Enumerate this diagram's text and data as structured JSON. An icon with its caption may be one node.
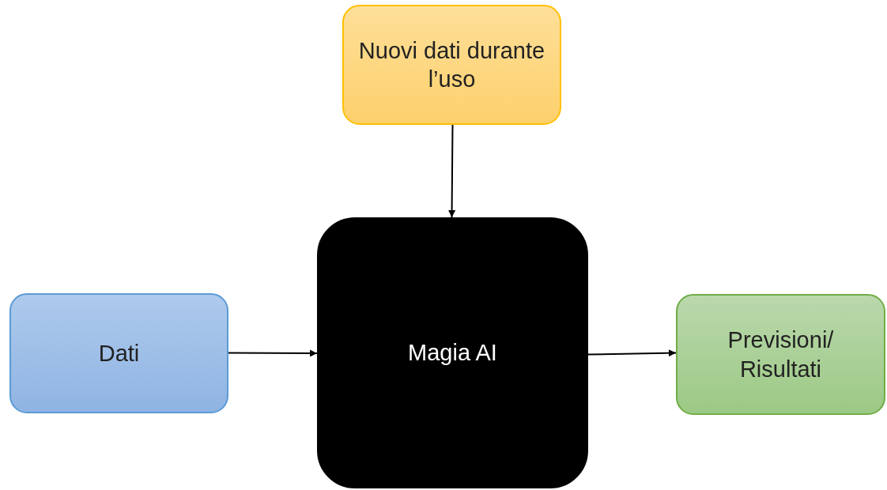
{
  "diagram": {
    "nodes": [
      {
        "text": [
          "Nuovi dati durante l’uso"
        ]
      },
      {
        "text": [
          "Dati"
        ]
      },
      {
        "text": [
          "Magia AI"
        ]
      },
      {
        "text": [
          "Previsioni/ Risultati"
        ]
      }
    ],
    "edges": [
      {
        "from": 0,
        "to": 2,
        "arrow": "to"
      },
      {
        "from": 1,
        "to": 2,
        "arrow": "to"
      },
      {
        "from": 2,
        "to": 3,
        "arrow": "to"
      }
    ]
  }
}
